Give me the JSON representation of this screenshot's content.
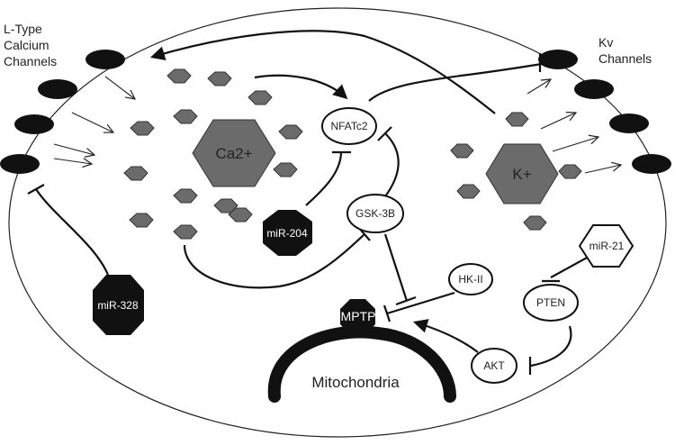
{
  "labels": {
    "l_type_1": "L-Type",
    "l_type_2": "Calcium",
    "l_type_3": "Channels",
    "kv_1": "Kv",
    "kv_2": "Channels",
    "ca": "Ca2+",
    "k": "K+",
    "nfatc2": "NFATc2",
    "gsk3b": "GSK-3B",
    "mir204": "miR-204",
    "mir328": "miR-328",
    "mir21": "miR-21",
    "hk2": "HK-II",
    "pten": "PTEN",
    "akt": "AKT",
    "mptp": "MPTP",
    "mitochondria": "Mitochondria"
  }
}
